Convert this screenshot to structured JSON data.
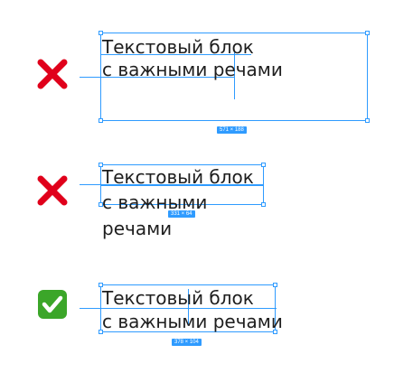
{
  "examples": [
    {
      "status_icon": "cross-mark-icon",
      "status_color": "#e0001b",
      "line1": "Текстовый блок",
      "line2": "с важными речами",
      "line3": "",
      "size_label": "571 × 188"
    },
    {
      "status_icon": "cross-mark-icon",
      "status_color": "#e0001b",
      "line1": "Текстовый блок",
      "line2": "с важными",
      "line3": "речами",
      "size_label": "331 × 64"
    },
    {
      "status_icon": "check-mark-button-icon",
      "status_color": "#3ba629",
      "line1": "Текстовый блок",
      "line2": "с важными речами",
      "line3": "",
      "size_label": "378 × 104"
    }
  ],
  "accent_color": "#2f9bff"
}
